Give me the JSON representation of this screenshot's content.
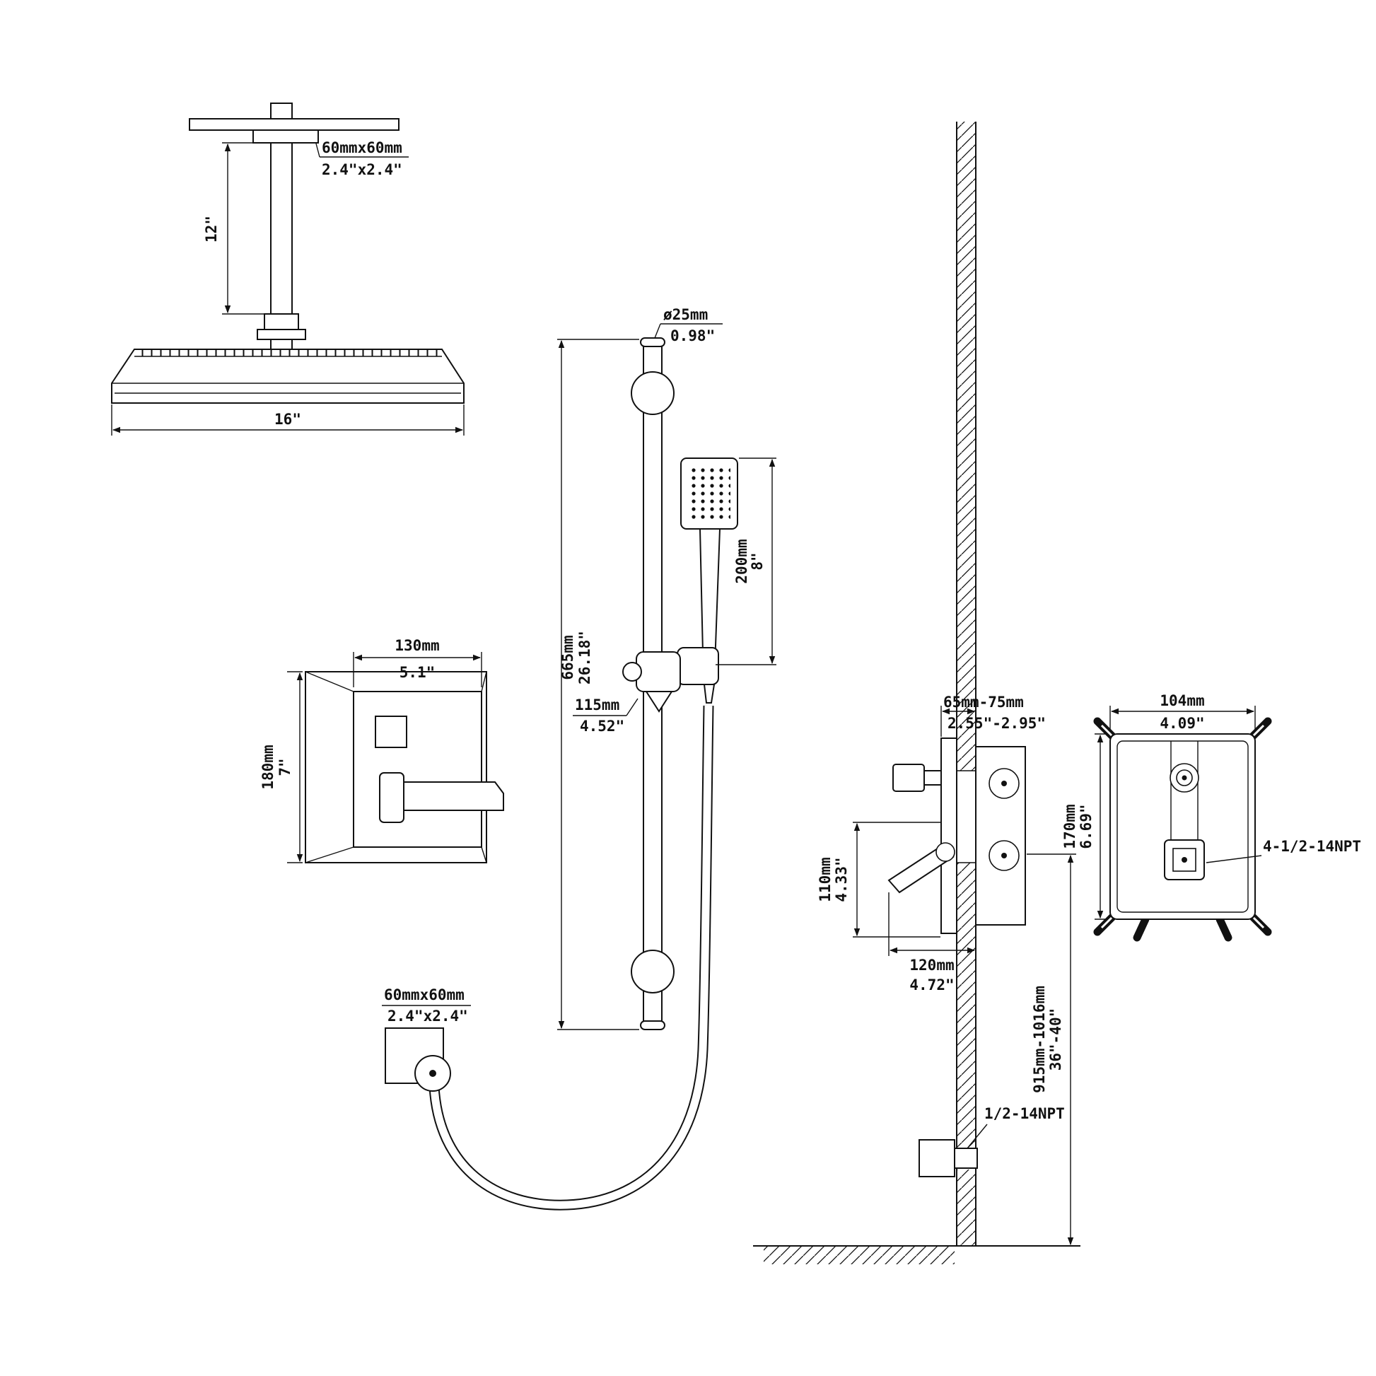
{
  "drawing": {
    "ceiling_shower": {
      "arm_section_mm": "60mmx60mm",
      "arm_section_in": "2.4\"x2.4\"",
      "arm_length_in": "12\"",
      "head_width_in": "16\""
    },
    "hand_shower": {
      "bar_diameter_mm": "ø25mm",
      "bar_diameter_in": "0.98\"",
      "bar_length_mm": "665mm",
      "bar_length_in": "26.18\"",
      "wand_length_mm": "200mm",
      "wand_length_in": "8\"",
      "bracket_width_mm": "115mm",
      "bracket_width_in": "4.52\"",
      "elbow_section_mm": "60mmx60mm",
      "elbow_section_in": "2.4\"x2.4\""
    },
    "trim_plate": {
      "width_mm": "130mm",
      "width_in": "5.1\"",
      "height_mm": "180mm",
      "height_in": "7\""
    },
    "wall_section": {
      "wall_depth_mm": "65mm-75mm",
      "wall_depth_in": "2.55\"-2.95\"",
      "valve_height_mm": "110mm",
      "valve_height_in": "4.33\"",
      "valve_width_mm": "120mm",
      "valve_width_in": "4.72\"",
      "mount_height_mm": "915mm-1016mm",
      "mount_height_in": "36\"-40\"",
      "outlet_thread": "1/2-14NPT"
    },
    "rough_in_valve": {
      "width_mm": "104mm",
      "width_in": "4.09\"",
      "height_mm": "170mm",
      "height_in": "6.69\"",
      "thread": "4-1/2-14NPT"
    }
  }
}
